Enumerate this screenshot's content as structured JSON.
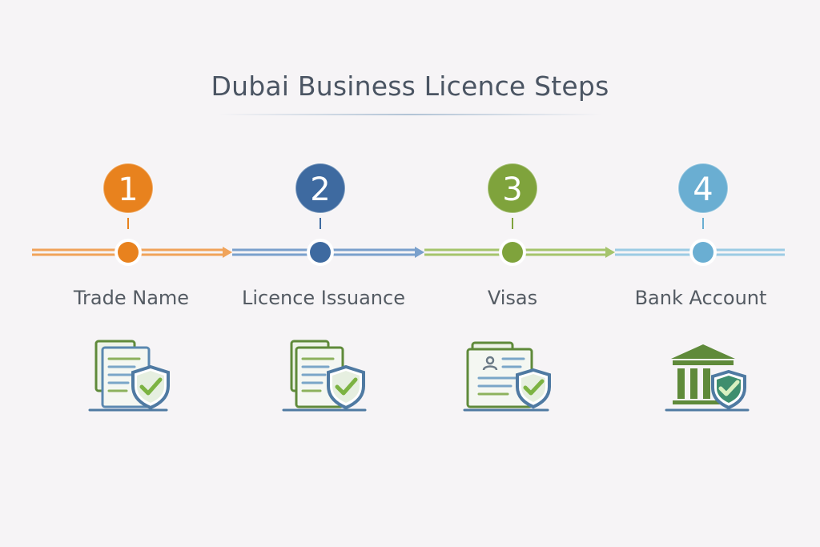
{
  "title": "Dubai Business Licence Steps",
  "steps": [
    {
      "number": "1",
      "label": "Trade Name",
      "color": "#e8821e",
      "icon": "document-shield-check-icon"
    },
    {
      "number": "2",
      "label": "Licence Issuance",
      "color": "#3e6aa0",
      "icon": "document-shield-check-icon"
    },
    {
      "number": "3",
      "label": "Visas",
      "color": "#7fa33c",
      "icon": "id-document-shield-check-icon"
    },
    {
      "number": "4",
      "label": "Bank Account",
      "color": "#6aaed2",
      "icon": "bank-shield-check-icon"
    }
  ],
  "colors": {
    "background": "#f6f4f6",
    "title": "#4b5563",
    "label": "#545b63",
    "icon_green": "#5f8a3a",
    "icon_blue": "#5a88b0",
    "check_green": "#7cb342"
  }
}
